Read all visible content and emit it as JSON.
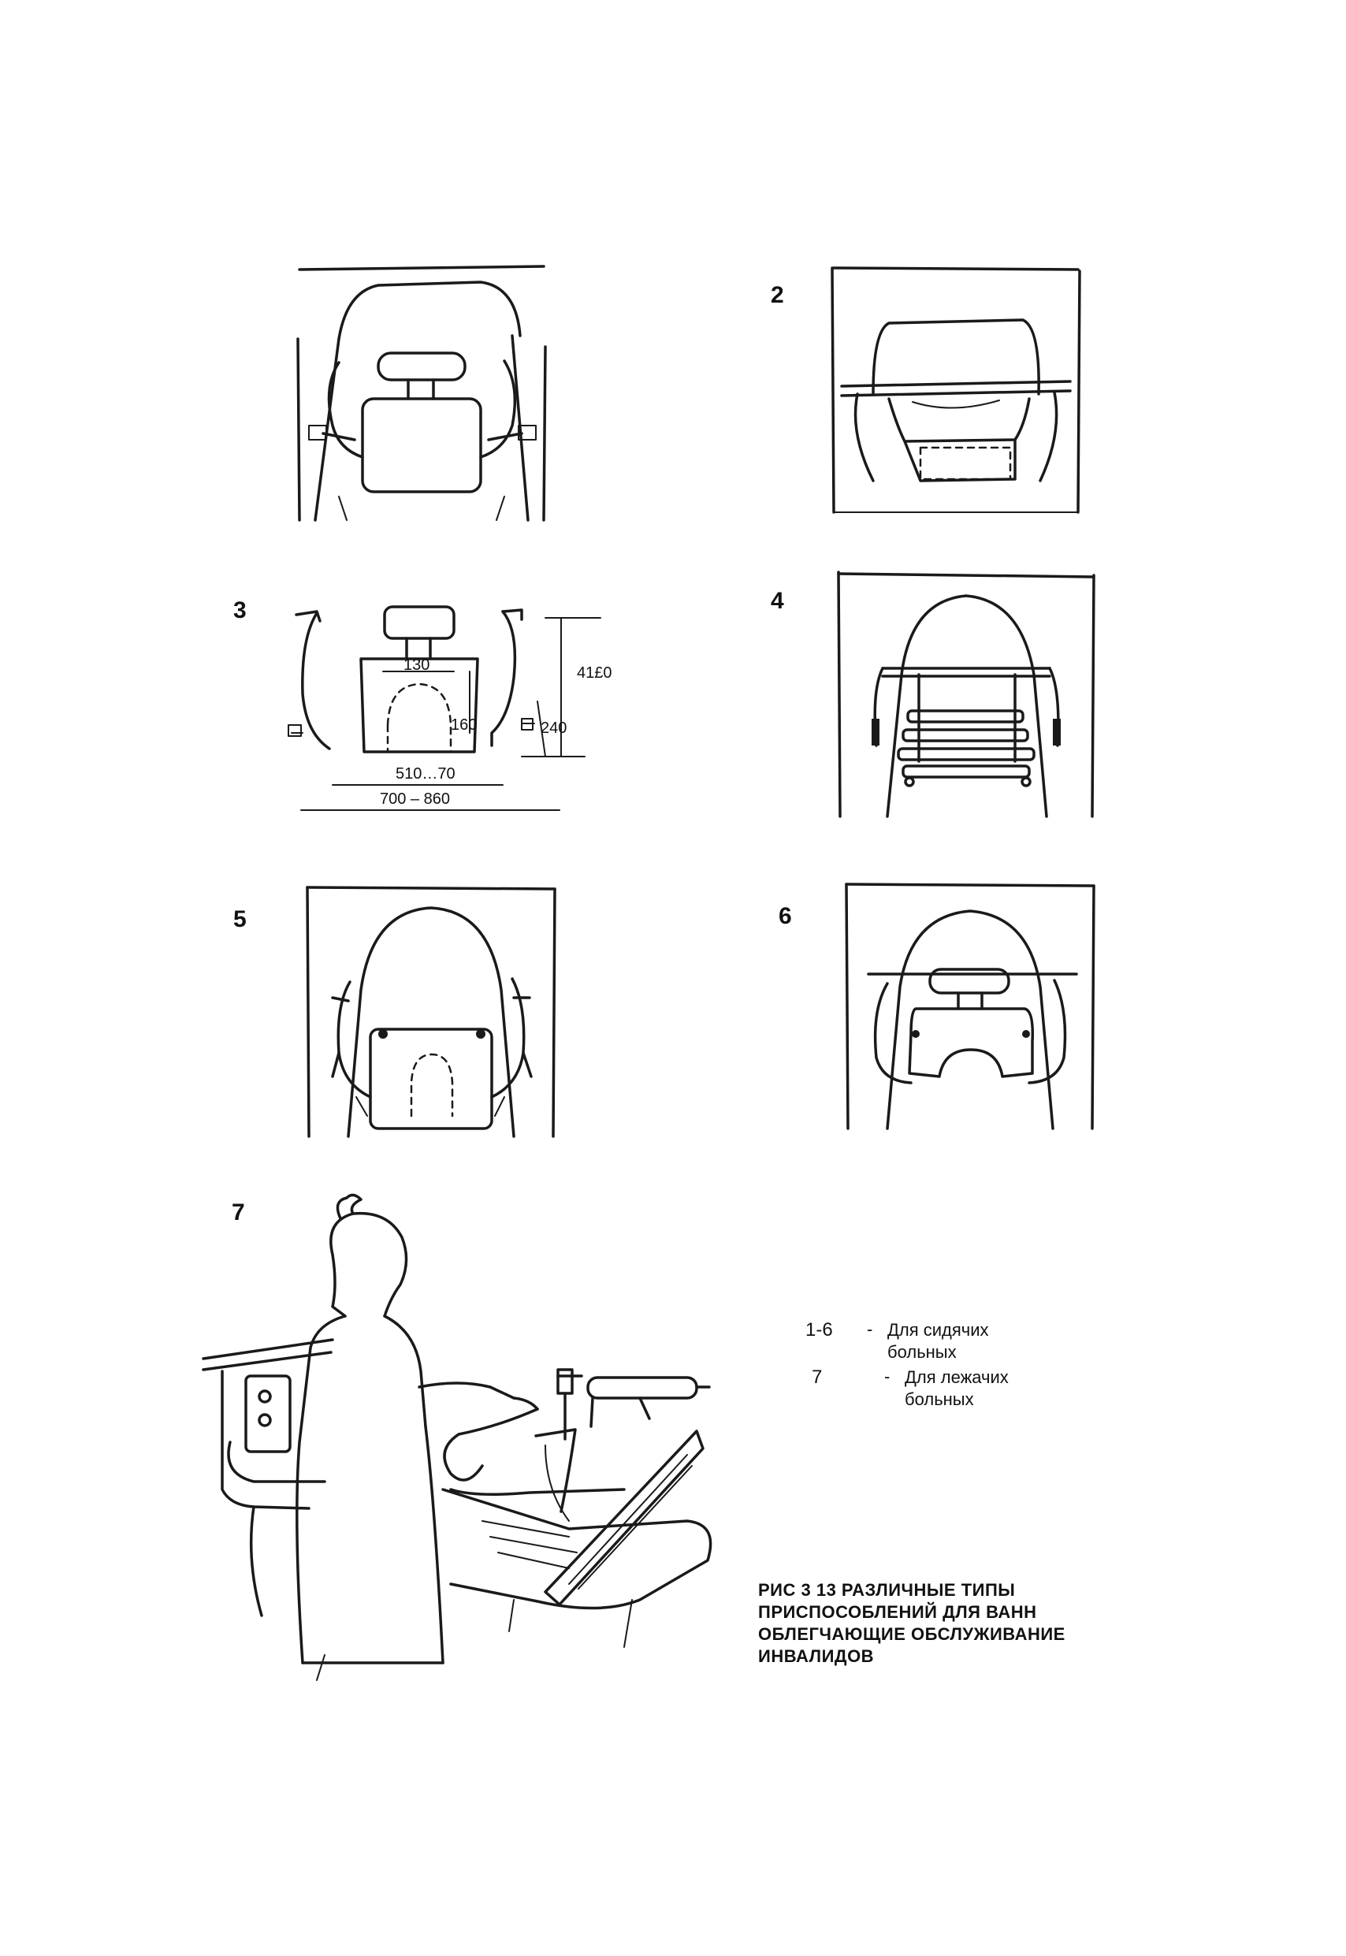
{
  "figures": [
    {
      "label": ""
    },
    {
      "label": "2"
    },
    {
      "label": "3"
    },
    {
      "label": "4"
    },
    {
      "label": "5"
    },
    {
      "label": "6"
    },
    {
      "label": "7"
    }
  ],
  "dimensions": {
    "d130": "130",
    "d160": "160",
    "d240": "240",
    "d410": "41£0",
    "d510": "510…70",
    "d700": "700 – 860"
  },
  "legend": [
    {
      "key": "1-6",
      "dash": "-",
      "text": "Для  сидячих\nбольных"
    },
    {
      "key": "7",
      "dash": "-",
      "text": "Для  лежачих\nбольных"
    }
  ],
  "caption": {
    "line1": "РИС 3 13  РАЗЛИЧНЫЕ ТИПЫ",
    "line2": "ПРИСПОСОБЛЕНИЙ ДЛЯ ВАНН",
    "line3": "ОБЛЕГЧАЮЩИЕ ОБСЛУЖИВАНИЕ",
    "line4": "ИНВАЛИДОВ"
  }
}
